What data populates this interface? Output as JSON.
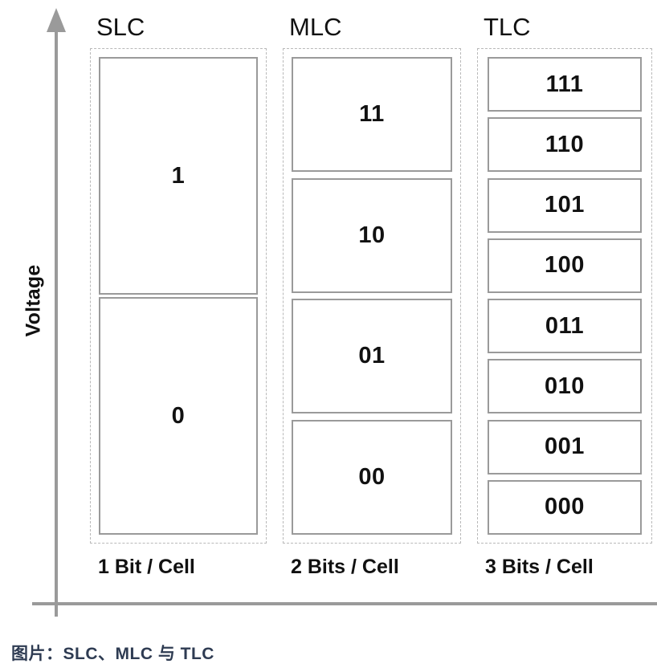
{
  "axis": {
    "y_label": "Voltage",
    "y_arrow_icon": "arrow-up-icon",
    "axis_color": "#9a9a9a"
  },
  "columns": [
    {
      "id": "slc",
      "title": "SLC",
      "bits_label": "1 Bit / Cell",
      "levels": [
        "1",
        "0"
      ]
    },
    {
      "id": "mlc",
      "title": "MLC",
      "bits_label": "2 Bits / Cell",
      "levels": [
        "11",
        "10",
        "01",
        "00"
      ]
    },
    {
      "id": "tlc",
      "title": "TLC",
      "bits_label": "3 Bits / Cell",
      "levels": [
        "111",
        "110",
        "101",
        "100",
        "011",
        "010",
        "001",
        "000"
      ]
    }
  ],
  "caption": "图片：SLC、MLC 与 TLC",
  "colors": {
    "cell_border": "#9a9a9a",
    "group_border": "#b9b9b9",
    "text": "#111111",
    "caption_text": "#2e3b52"
  }
}
